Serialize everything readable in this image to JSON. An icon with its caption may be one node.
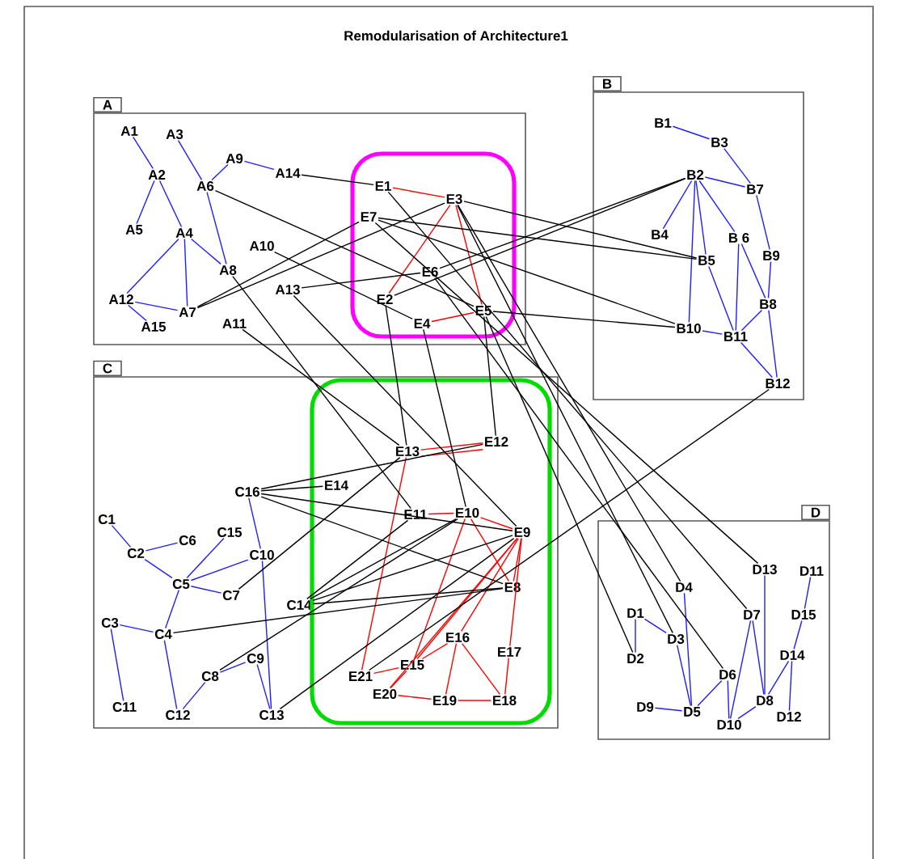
{
  "diagram": {
    "title": "Remodularisation of Architecture1",
    "nodes": [
      {
        "text": [
          "A"
        ]
      },
      {
        "text": [
          "A1"
        ],
        "in": 0
      },
      {
        "text": [
          "A2"
        ],
        "in": 0
      },
      {
        "text": [
          "A3"
        ],
        "in": 0
      },
      {
        "text": [
          "A4"
        ],
        "in": 0
      },
      {
        "text": [
          "A5"
        ],
        "in": 0
      },
      {
        "text": [
          "A6"
        ],
        "in": 0
      },
      {
        "text": [
          "A7"
        ],
        "in": 0
      },
      {
        "text": [
          "A8"
        ],
        "in": 0
      },
      {
        "text": [
          "A9"
        ],
        "in": 0
      },
      {
        "text": [
          "A10"
        ],
        "in": 0
      },
      {
        "text": [
          "A11"
        ],
        "in": 0
      },
      {
        "text": [
          "A12"
        ],
        "in": 0
      },
      {
        "text": [
          "A13"
        ],
        "in": 0
      },
      {
        "text": [
          "A14"
        ],
        "in": 0
      },
      {
        "text": [
          "A15"
        ],
        "in": 0
      },
      {
        "text": [],
        "shape": "cloud",
        "in": 0
      },
      {
        "text": [
          "E1"
        ],
        "in": 16
      },
      {
        "text": [
          "E2"
        ],
        "in": 16
      },
      {
        "text": [
          "E3"
        ],
        "in": 16
      },
      {
        "text": [
          "E4"
        ],
        "in": 16
      },
      {
        "text": [
          "E5"
        ],
        "in": 16
      },
      {
        "text": [
          "E6"
        ],
        "in": 16
      },
      {
        "text": [
          "E7"
        ],
        "in": 16
      },
      {
        "text": [
          "B"
        ]
      },
      {
        "text": [
          "B1"
        ],
        "in": 24
      },
      {
        "text": [
          "B2"
        ],
        "in": 24
      },
      {
        "text": [
          "B3"
        ],
        "in": 24
      },
      {
        "text": [
          "B4"
        ],
        "in": 24
      },
      {
        "text": [
          "B5"
        ],
        "in": 24
      },
      {
        "text": [
          "B 6"
        ],
        "in": 24
      },
      {
        "text": [
          "B7"
        ],
        "in": 24
      },
      {
        "text": [
          "B8"
        ],
        "in": 24
      },
      {
        "text": [
          "B9"
        ],
        "in": 24
      },
      {
        "text": [
          "B10"
        ],
        "in": 24
      },
      {
        "text": [
          "B11"
        ],
        "in": 24
      },
      {
        "text": [
          "B12"
        ],
        "in": 24
      },
      {
        "text": [
          "C"
        ]
      },
      {
        "text": [
          "C1"
        ],
        "in": 37
      },
      {
        "text": [
          "C2"
        ],
        "in": 37
      },
      {
        "text": [
          "C3"
        ],
        "in": 37
      },
      {
        "text": [
          "C4"
        ],
        "in": 37
      },
      {
        "text": [
          "C5"
        ],
        "in": 37
      },
      {
        "text": [
          "C6"
        ],
        "in": 37
      },
      {
        "text": [
          "C7"
        ],
        "in": 37
      },
      {
        "text": [
          "C8"
        ],
        "in": 37
      },
      {
        "text": [
          "C9"
        ],
        "in": 37
      },
      {
        "text": [
          "C10"
        ],
        "in": 37
      },
      {
        "text": [
          "C11"
        ],
        "in": 37
      },
      {
        "text": [
          "C12"
        ],
        "in": 37
      },
      {
        "text": [
          "C13"
        ],
        "in": 37
      },
      {
        "text": [
          "C14"
        ],
        "in": 37
      },
      {
        "text": [
          "C15"
        ],
        "in": 37
      },
      {
        "text": [
          "C16"
        ],
        "in": 37
      },
      {
        "text": [],
        "shape": "cloud",
        "in": 37
      },
      {
        "text": [
          "E8"
        ],
        "in": 54
      },
      {
        "text": [
          "E9"
        ],
        "in": 54
      },
      {
        "text": [
          "E10"
        ],
        "in": 54
      },
      {
        "text": [
          "E11"
        ],
        "in": 54
      },
      {
        "text": [
          "E12"
        ],
        "in": 54
      },
      {
        "text": [
          "E13"
        ],
        "in": 54
      },
      {
        "text": [
          "E14"
        ],
        "in": 54
      },
      {
        "text": [
          "E15"
        ],
        "in": 54
      },
      {
        "text": [
          "E16"
        ],
        "in": 54
      },
      {
        "text": [
          "E17"
        ],
        "in": 54
      },
      {
        "text": [
          "E18"
        ],
        "in": 54
      },
      {
        "text": [
          "E19"
        ],
        "in": 54
      },
      {
        "text": [
          "E20"
        ],
        "in": 54
      },
      {
        "text": [
          "E21"
        ],
        "in": 54
      },
      {
        "text": [
          "D"
        ]
      },
      {
        "text": [
          "D1"
        ],
        "in": 69
      },
      {
        "text": [
          "D2"
        ],
        "in": 69
      },
      {
        "text": [
          "D3"
        ],
        "in": 69
      },
      {
        "text": [
          "D4"
        ],
        "in": 69
      },
      {
        "text": [
          "D5"
        ],
        "in": 69
      },
      {
        "text": [
          "D6"
        ],
        "in": 69
      },
      {
        "text": [
          "D7"
        ],
        "in": 69
      },
      {
        "text": [
          "D8"
        ],
        "in": 69
      },
      {
        "text": [
          "D9"
        ],
        "in": 69
      },
      {
        "text": [
          "D10"
        ],
        "in": 69
      },
      {
        "text": [
          "D11"
        ],
        "in": 69
      },
      {
        "text": [
          "D12"
        ],
        "in": 69
      },
      {
        "text": [
          "D13"
        ],
        "in": 69
      },
      {
        "text": [
          "D14"
        ],
        "in": 69
      },
      {
        "text": [
          "D15"
        ],
        "in": 69
      }
    ],
    "edges": [
      {
        "from": 1,
        "to": 2,
        "arrow": "none"
      },
      {
        "from": 3,
        "to": 6,
        "arrow": "none"
      },
      {
        "from": 2,
        "to": 5,
        "arrow": "none"
      },
      {
        "from": 2,
        "to": 4,
        "arrow": "none"
      },
      {
        "from": 4,
        "to": 12,
        "arrow": "none"
      },
      {
        "from": 4,
        "to": 7,
        "arrow": "none"
      },
      {
        "from": 4,
        "to": 8,
        "arrow": "none"
      },
      {
        "from": 6,
        "to": 8,
        "arrow": "none"
      },
      {
        "from": 6,
        "to": 9,
        "arrow": "none"
      },
      {
        "from": 9,
        "to": 14,
        "arrow": "none"
      },
      {
        "from": 12,
        "to": 7,
        "arrow": "none"
      },
      {
        "from": 12,
        "to": 15,
        "arrow": "none"
      },
      {
        "from": 17,
        "to": 19,
        "arrow": "none",
        "color": "#ff0000"
      },
      {
        "from": 19,
        "to": 18,
        "arrow": "none",
        "color": "#ff0000"
      },
      {
        "from": 19,
        "to": 21,
        "arrow": "none",
        "color": "#ff0000"
      },
      {
        "from": 20,
        "to": 21,
        "arrow": "none",
        "color": "#ff0000"
      },
      {
        "from": 25,
        "to": 27,
        "arrow": "none"
      },
      {
        "from": 27,
        "to": 31,
        "arrow": "none"
      },
      {
        "from": 26,
        "to": 31,
        "arrow": "none"
      },
      {
        "from": 26,
        "to": 28,
        "arrow": "none"
      },
      {
        "from": 26,
        "to": 30,
        "arrow": "none"
      },
      {
        "from": 26,
        "to": 29,
        "arrow": "none"
      },
      {
        "from": 26,
        "to": 34,
        "arrow": "none"
      },
      {
        "from": 31,
        "to": 33,
        "arrow": "none"
      },
      {
        "from": 33,
        "to": 32,
        "arrow": "none"
      },
      {
        "from": 30,
        "to": 32,
        "arrow": "none"
      },
      {
        "from": 30,
        "to": 35,
        "arrow": "none"
      },
      {
        "from": 29,
        "to": 35,
        "arrow": "none"
      },
      {
        "from": 32,
        "to": 35,
        "arrow": "none"
      },
      {
        "from": 34,
        "to": 35,
        "arrow": "none"
      },
      {
        "from": 35,
        "to": 36,
        "arrow": "none"
      },
      {
        "from": 32,
        "to": 36,
        "arrow": "none"
      },
      {
        "from": 38,
        "to": 39,
        "arrow": "none"
      },
      {
        "from": 39,
        "to": 43,
        "arrow": "none"
      },
      {
        "from": 39,
        "to": 42,
        "arrow": "none"
      },
      {
        "from": 42,
        "to": 52,
        "arrow": "none"
      },
      {
        "from": 42,
        "to": 47,
        "arrow": "none"
      },
      {
        "from": 42,
        "to": 44,
        "arrow": "none"
      },
      {
        "from": 42,
        "to": 41,
        "arrow": "none"
      },
      {
        "from": 40,
        "to": 41,
        "arrow": "none"
      },
      {
        "from": 40,
        "to": 48,
        "arrow": "none"
      },
      {
        "from": 41,
        "to": 49,
        "arrow": "none"
      },
      {
        "from": 49,
        "to": 45,
        "arrow": "none"
      },
      {
        "from": 45,
        "to": 46,
        "arrow": "none"
      },
      {
        "from": 46,
        "to": 50,
        "arrow": "none"
      },
      {
        "from": 47,
        "to": 50,
        "arrow": "none"
      },
      {
        "from": 53,
        "to": 47,
        "arrow": "none"
      },
      {
        "from": 60,
        "to": 59,
        "arrow": "none",
        "color": "#ff0000"
      },
      {
        "from": 59,
        "to": 60,
        "arrow": "none",
        "color": "#ff0000"
      },
      {
        "from": 58,
        "to": 57,
        "arrow": "none",
        "color": "#ff0000"
      },
      {
        "from": 57,
        "to": 56,
        "arrow": "none",
        "color": "#ff0000"
      },
      {
        "from": 57,
        "to": 62,
        "arrow": "none",
        "color": "#ff0000"
      },
      {
        "from": 57,
        "to": 55,
        "arrow": "none",
        "color": "#ff0000"
      },
      {
        "from": 56,
        "to": 55,
        "arrow": "none",
        "color": "#ff0000"
      },
      {
        "from": 56,
        "to": 62,
        "arrow": "none",
        "color": "#ff0000"
      },
      {
        "from": 56,
        "to": 67,
        "arrow": "none",
        "color": "#ff0000"
      },
      {
        "from": 56,
        "to": 63,
        "arrow": "none",
        "color": "#ff0000"
      },
      {
        "from": 56,
        "to": 64,
        "arrow": "none",
        "color": "#ff0000"
      },
      {
        "from": 63,
        "to": 62,
        "arrow": "none",
        "color": "#ff0000"
      },
      {
        "from": 63,
        "to": 66,
        "arrow": "none",
        "color": "#ff0000"
      },
      {
        "from": 63,
        "to": 65,
        "arrow": "none",
        "color": "#ff0000"
      },
      {
        "from": 64,
        "to": 65,
        "arrow": "none",
        "color": "#ff0000"
      },
      {
        "from": 67,
        "to": 66,
        "arrow": "none",
        "color": "#ff0000"
      },
      {
        "from": 66,
        "to": 65,
        "arrow": "none",
        "color": "#ff0000"
      },
      {
        "from": 62,
        "to": 68,
        "arrow": "none",
        "color": "#ff0000"
      },
      {
        "from": 68,
        "to": 60,
        "arrow": "none",
        "color": "#ff0000"
      },
      {
        "from": 67,
        "to": 62,
        "arrow": "none",
        "color": "#ff0000"
      },
      {
        "from": 70,
        "to": 71,
        "arrow": "none"
      },
      {
        "from": 70,
        "to": 72,
        "arrow": "none"
      },
      {
        "from": 72,
        "to": 74,
        "arrow": "none"
      },
      {
        "from": 73,
        "to": 74,
        "arrow": "none"
      },
      {
        "from": 78,
        "to": 74,
        "arrow": "none"
      },
      {
        "from": 74,
        "to": 75,
        "arrow": "none"
      },
      {
        "from": 75,
        "to": 79,
        "arrow": "none"
      },
      {
        "from": 76,
        "to": 79,
        "arrow": "none"
      },
      {
        "from": 76,
        "to": 77,
        "arrow": "none"
      },
      {
        "from": 82,
        "to": 77,
        "arrow": "none"
      },
      {
        "from": 77,
        "to": 79,
        "arrow": "none"
      },
      {
        "from": 77,
        "to": 83,
        "arrow": "none"
      },
      {
        "from": 83,
        "to": 81,
        "arrow": "none"
      },
      {
        "from": 83,
        "to": 84,
        "arrow": "none"
      },
      {
        "from": 84,
        "to": 80,
        "arrow": "none"
      },
      {
        "from": 14,
        "to": 17,
        "arrow": "none",
        "color": "#000000"
      },
      {
        "from": 10,
        "to": 20,
        "arrow": "none",
        "color": "#000000"
      },
      {
        "from": 6,
        "to": 21,
        "arrow": "none",
        "color": "#000000"
      },
      {
        "from": 7,
        "to": 19,
        "arrow": "none",
        "color": "#000000"
      },
      {
        "from": 7,
        "to": 23,
        "arrow": "none",
        "color": "#000000"
      },
      {
        "from": 13,
        "to": 22,
        "arrow": "none",
        "color": "#000000"
      },
      {
        "from": 8,
        "to": 58,
        "arrow": "none",
        "color": "#000000"
      },
      {
        "from": 11,
        "to": 60,
        "arrow": "none",
        "color": "#000000"
      },
      {
        "from": 13,
        "to": 56,
        "arrow": "none",
        "color": "#000000"
      },
      {
        "from": 23,
        "to": 29,
        "arrow": "none",
        "color": "#000000"
      },
      {
        "from": 19,
        "to": 29,
        "arrow": "none",
        "color": "#000000"
      },
      {
        "from": 22,
        "to": 26,
        "arrow": "none",
        "color": "#000000"
      },
      {
        "from": 21,
        "to": 34,
        "arrow": "none",
        "color": "#000000"
      },
      {
        "from": 23,
        "to": 34,
        "arrow": "none",
        "color": "#000000"
      },
      {
        "from": 18,
        "to": 26,
        "arrow": "none",
        "color": "#000000"
      },
      {
        "from": 17,
        "to": 76,
        "arrow": "none",
        "color": "#000000"
      },
      {
        "from": 19,
        "to": 73,
        "arrow": "none",
        "color": "#000000"
      },
      {
        "from": 19,
        "to": 72,
        "arrow": "none",
        "color": "#000000"
      },
      {
        "from": 23,
        "to": 82,
        "arrow": "none",
        "color": "#000000"
      },
      {
        "from": 22,
        "to": 75,
        "arrow": "none",
        "color": "#000000"
      },
      {
        "from": 21,
        "to": 71,
        "arrow": "none",
        "color": "#000000"
      },
      {
        "from": 20,
        "to": 57,
        "arrow": "none",
        "color": "#000000"
      },
      {
        "from": 21,
        "to": 59,
        "arrow": "none",
        "color": "#000000"
      },
      {
        "from": 18,
        "to": 60,
        "arrow": "none",
        "color": "#000000"
      },
      {
        "from": 53,
        "to": 61,
        "arrow": "none",
        "color": "#000000"
      },
      {
        "from": 53,
        "to": 56,
        "arrow": "none",
        "color": "#000000"
      },
      {
        "from": 53,
        "to": 55,
        "arrow": "none",
        "color": "#000000"
      },
      {
        "from": 53,
        "to": 59,
        "arrow": "none",
        "color": "#000000"
      },
      {
        "from": 51,
        "to": 56,
        "arrow": "none",
        "color": "#000000"
      },
      {
        "from": 51,
        "to": 55,
        "arrow": "none",
        "color": "#000000"
      },
      {
        "from": 51,
        "to": 57,
        "arrow": "none",
        "color": "#000000"
      },
      {
        "from": 51,
        "to": 58,
        "arrow": "none",
        "color": "#000000"
      },
      {
        "from": 41,
        "to": 55,
        "arrow": "none",
        "color": "#000000"
      },
      {
        "from": 44,
        "to": 60,
        "arrow": "none",
        "color": "#000000"
      },
      {
        "from": 45,
        "to": 57,
        "arrow": "none",
        "color": "#000000"
      },
      {
        "from": 50,
        "to": 56,
        "arrow": "none",
        "color": "#000000"
      },
      {
        "from": 68,
        "to": 36,
        "arrow": "none",
        "color": "#000000"
      }
    ]
  }
}
